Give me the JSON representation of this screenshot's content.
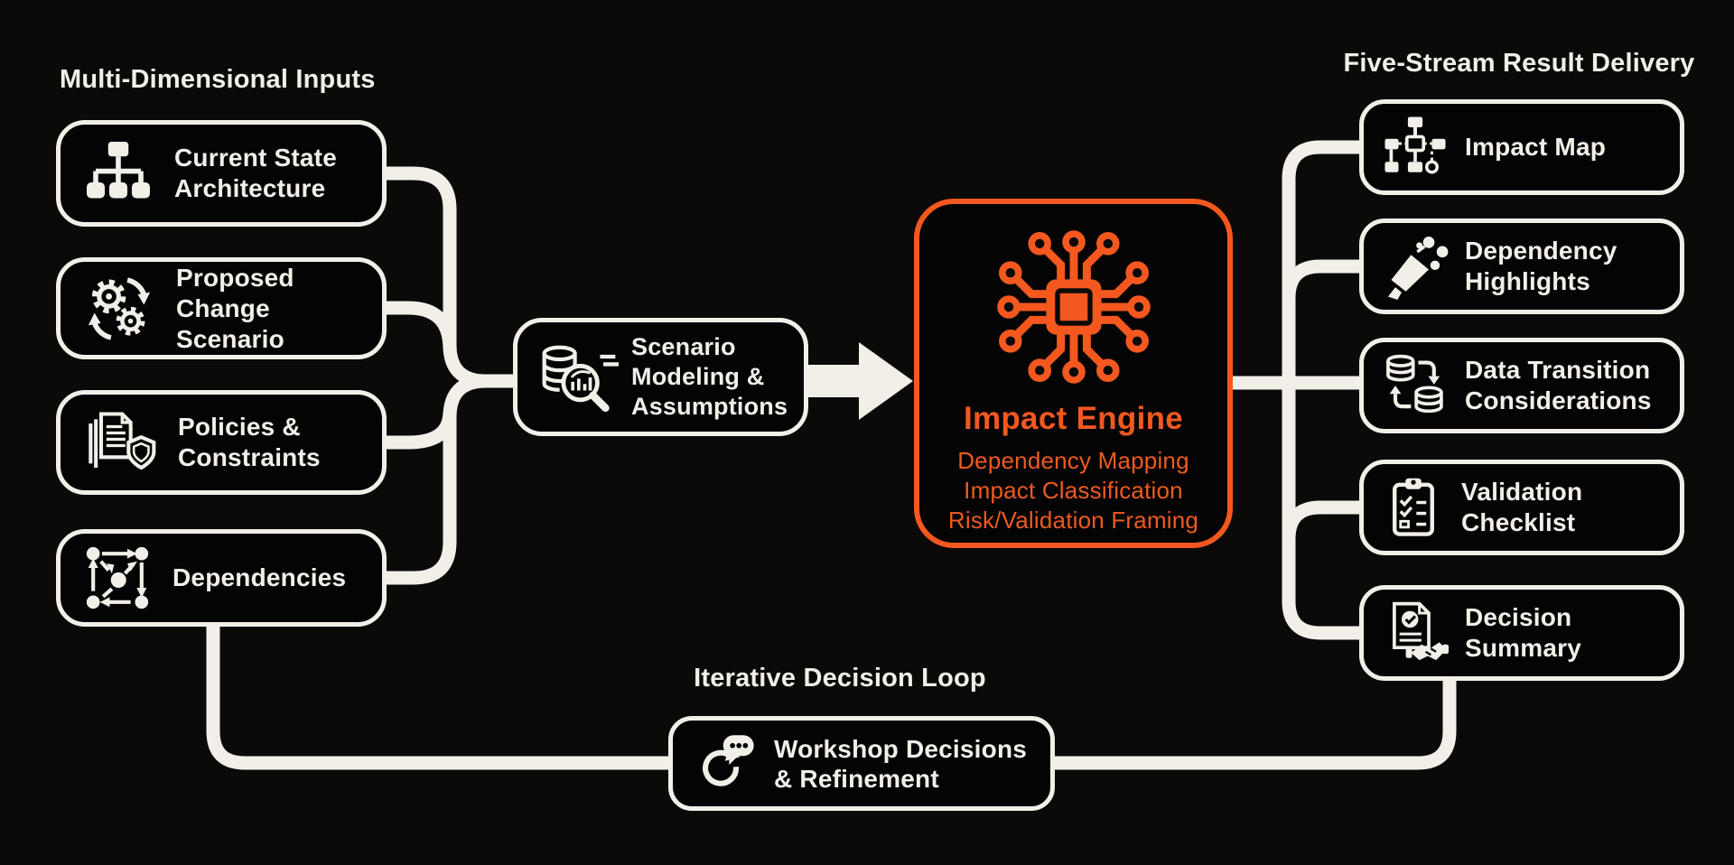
{
  "colors": {
    "background": "#0b0a09",
    "box_background": "#040404",
    "stroke_white": "#f2efe9",
    "accent_orange": "#f4581f",
    "accent_orange_text": "#ec5b20"
  },
  "left_group": {
    "title": "Multi-Dimensional Inputs",
    "items": [
      {
        "icon": "sitemap-icon",
        "lines": [
          "Current State",
          "Architecture"
        ]
      },
      {
        "icon": "gears-cycle-icon",
        "lines": [
          "Proposed",
          "Change Scenario"
        ]
      },
      {
        "icon": "documents-shield-icon",
        "lines": [
          "Policies &",
          "Constraints"
        ]
      },
      {
        "icon": "dependency-graph-icon",
        "lines": [
          "Dependencies"
        ]
      }
    ]
  },
  "process_box": {
    "icon": "database-magnifier-icon",
    "lines": [
      "Scenario",
      "Modeling &",
      "Assumptions"
    ]
  },
  "engine_box": {
    "icon": "cpu-chip-icon",
    "title": "Impact Engine",
    "functions": [
      "Dependency Mapping",
      "Impact Classification",
      "Risk/Validation Framing"
    ]
  },
  "right_group": {
    "title": "Five-Stream Result Delivery",
    "items": [
      {
        "icon": "impact-map-icon",
        "lines": [
          "Impact Map"
        ]
      },
      {
        "icon": "megaphone-icon",
        "lines": [
          "Dependency",
          "Highlights"
        ]
      },
      {
        "icon": "data-transfer-icon",
        "lines": [
          "Data Transition",
          "Considerations"
        ]
      },
      {
        "icon": "checklist-icon",
        "lines": [
          "Validation",
          "Checklist"
        ]
      },
      {
        "icon": "decision-document-icon",
        "lines": [
          "Decision",
          "Summary"
        ]
      }
    ]
  },
  "loop": {
    "title": "Iterative Decision Loop",
    "box": {
      "icon": "loop-chat-icon",
      "lines": [
        "Workshop Decisions",
        "& Refinement"
      ]
    }
  }
}
